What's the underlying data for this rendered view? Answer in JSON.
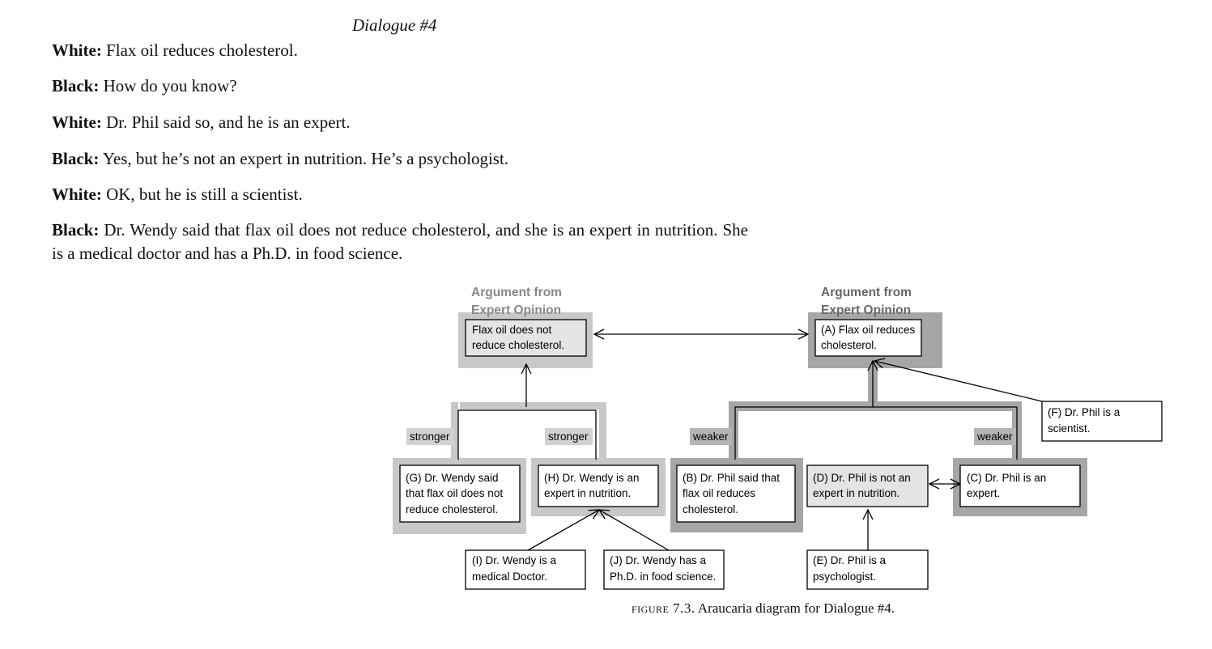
{
  "dialogue": {
    "title": "Dialogue #4",
    "turns": [
      {
        "speaker": "White:",
        "text": " Flax oil reduces cholesterol."
      },
      {
        "speaker": "Black:",
        "text": " How do you know?"
      },
      {
        "speaker": "White:",
        "text": " Dr. Phil said so, and he is an expert."
      },
      {
        "speaker": "Black:",
        "text": " Yes, but he’s not an expert in nutrition. He’s a psychologist."
      },
      {
        "speaker": "White:",
        "text": " OK, but he is still a scientist."
      },
      {
        "speaker": "Black:",
        "text": " Dr. Wendy said that flax oil does not reduce cholesterol, and she is an expert in nutrition. She is a medical doctor and has a Ph.D. in food science."
      }
    ]
  },
  "diagram": {
    "scheme_left": [
      "Argument from",
      "Expert Opinion"
    ],
    "scheme_right": [
      "Argument from",
      "Expert Opinion"
    ],
    "tags": {
      "stronger_g": "stronger",
      "stronger_h": "stronger",
      "weaker_b": "weaker",
      "weaker_c": "weaker"
    },
    "nodes": {
      "top_left": [
        "Flax oil does not",
        "reduce cholesterol."
      ],
      "A": [
        "(A) Flax oil reduces",
        "cholesterol."
      ],
      "F": [
        "(F) Dr. Phil is a",
        "scientist."
      ],
      "G": [
        "(G) Dr. Wendy said",
        "that flax oil does not",
        "reduce cholesterol."
      ],
      "H": [
        "(H) Dr. Wendy is an",
        "expert in nutrition."
      ],
      "B": [
        "(B) Dr. Phil said that",
        "flax oil reduces",
        "cholesterol."
      ],
      "D": [
        "(D) Dr. Phil is not an",
        "expert in nutrition."
      ],
      "C": [
        "(C) Dr. Phil is an",
        "expert."
      ],
      "I": [
        "(I) Dr. Wendy is a",
        "medical Doctor."
      ],
      "J": [
        "(J) Dr. Wendy has a",
        "Ph.D. in food science."
      ],
      "E": [
        "(E) Dr. Phil is a",
        "psychologist."
      ]
    },
    "colors": {
      "light_band": "#c8c8c8",
      "dark_band": "#a6a6a6",
      "shaded_box": "#e4e4e4"
    }
  },
  "caption": {
    "label": "figure 7.3.",
    "text": " Araucaria diagram for Dialogue #4."
  }
}
